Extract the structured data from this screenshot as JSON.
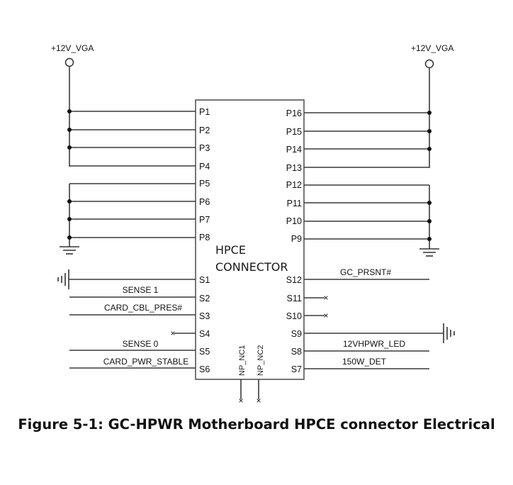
{
  "figure": {
    "caption": "Figure 5-1: GC-HPWR Motherboard HPCE connector Electrical",
    "connector": {
      "title_line1": "HPCE",
      "title_line2": "CONNECTOR"
    },
    "power_rails": {
      "left": "+12V_VGA",
      "right": "+12V_VGA"
    },
    "left_pins": [
      "P1",
      "P2",
      "P3",
      "P4",
      "P5",
      "P6",
      "P7",
      "P8"
    ],
    "right_pins": [
      "P16",
      "P15",
      "P14",
      "P13",
      "P12",
      "P11",
      "P10",
      "P9"
    ],
    "left_sideband_pins": [
      "S1",
      "S2",
      "S3",
      "S4",
      "S5",
      "S6"
    ],
    "right_sideband_pins": [
      "S12",
      "S11",
      "S10",
      "S9",
      "S8",
      "S7"
    ],
    "left_sideband_nets": {
      "S1": "",
      "S2": "SENSE 1",
      "S3": "CARD_CBL_PRES#",
      "S4": "",
      "S5": "SENSE 0",
      "S6": "CARD_PWR_STABLE"
    },
    "right_sideband_nets": {
      "S12": "GC_PRSNT#",
      "S11": "",
      "S10": "",
      "S9": "",
      "S8": "12VHPWR_LED",
      "S7": "150W_DET"
    },
    "bottom_pins": [
      "NP_NC1",
      "NP_NC2"
    ],
    "no_connect_marker": "×",
    "connections": {
      "P1-P4": "+12V_VGA",
      "P13-P16": "+12V_VGA",
      "P5-P8": "GND",
      "P9-P12": "GND",
      "S1": "GND",
      "S9": "GND",
      "S4": "NC",
      "S10": "NC",
      "S11": "NC",
      "NP_NC1": "NC",
      "NP_NC2": "NC"
    }
  }
}
